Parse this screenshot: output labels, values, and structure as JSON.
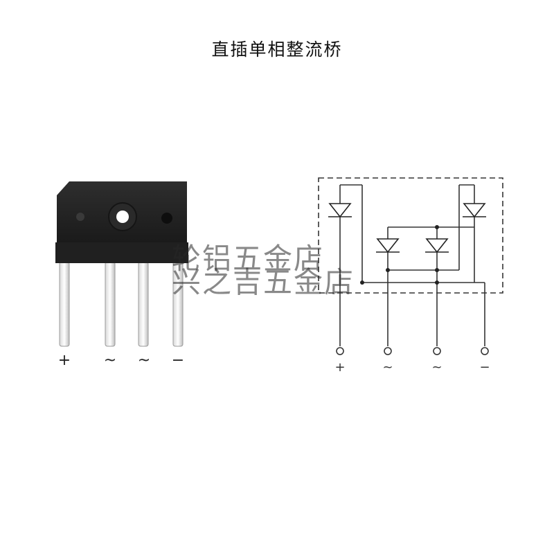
{
  "title": "直插单相整流桥",
  "component": {
    "pin_labels": [
      "+",
      "~",
      "~",
      "−"
    ]
  },
  "schematic": {
    "terminal_labels": [
      "+",
      "~",
      "~",
      "−"
    ]
  },
  "watermark": {
    "line1": "轮铝五金店",
    "line2": "兴之吉五金店"
  }
}
